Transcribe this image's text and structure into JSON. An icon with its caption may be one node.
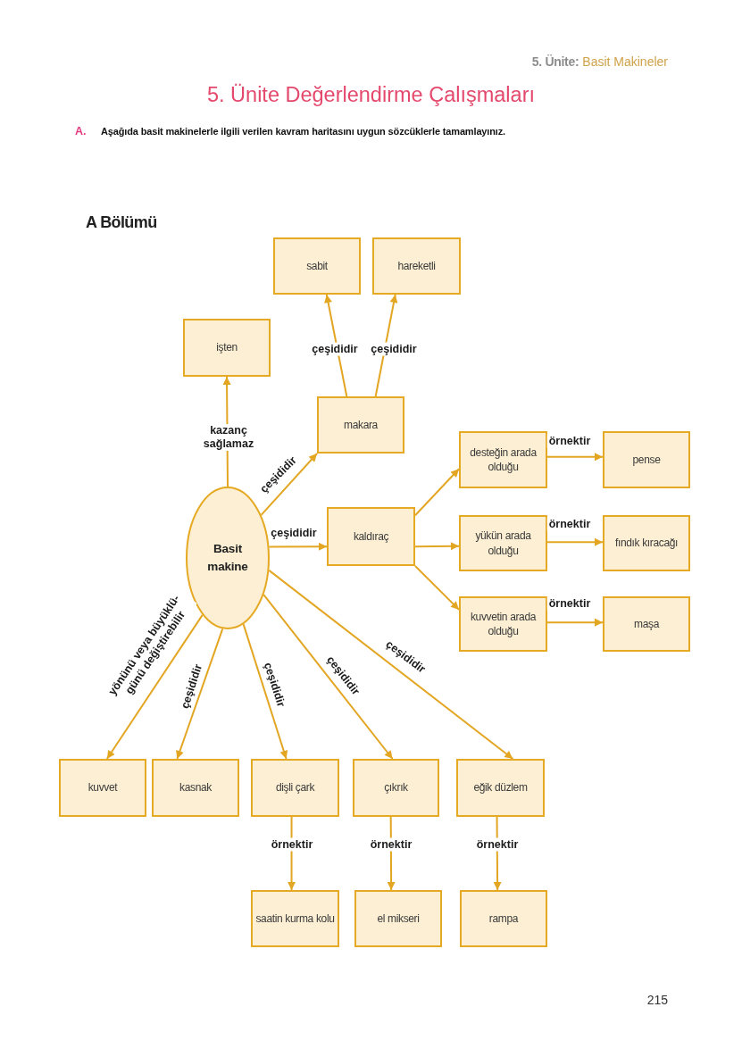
{
  "diagram": {
    "title": "5. Ünite Değerlendirme Çalışmaları",
    "nodes": [
      {
        "text": [
          "sabit"
        ]
      },
      {
        "text": [
          "hareketli"
        ]
      },
      {
        "text": [
          "işten"
        ]
      },
      {
        "text": [
          "makara"
        ]
      },
      {
        "text": [
          "desteğin arada olduğu"
        ]
      },
      {
        "text": [
          "pense"
        ]
      },
      {
        "text": [
          "Basit makine"
        ]
      },
      {
        "text": [
          "kaldıraç"
        ]
      },
      {
        "text": [
          "yükün arada olduğu"
        ]
      },
      {
        "text": [
          "fındık kıracağı"
        ]
      },
      {
        "text": [
          "kuvvetin arada olduğu"
        ]
      },
      {
        "text": [
          "maşa"
        ]
      },
      {
        "text": [
          "kuvvet"
        ]
      },
      {
        "text": [
          "kasnak"
        ]
      },
      {
        "text": [
          "dişli çark"
        ]
      },
      {
        "text": [
          "çıkrık"
        ]
      },
      {
        "text": [
          "eğik düzlem"
        ]
      },
      {
        "text": [
          "saatin kurma kolu"
        ]
      },
      {
        "text": [
          "el mikseri"
        ]
      },
      {
        "text": [
          "rampa"
        ]
      }
    ],
    "edges": [
      {
        "from": 3,
        "to": 0,
        "arrow": "to",
        "label": "çeşididir"
      },
      {
        "from": 3,
        "to": 1,
        "arrow": "to",
        "label": "çeşididir"
      },
      {
        "from": 6,
        "to": 2,
        "arrow": "to",
        "label": "kazanç sağlamaz"
      },
      {
        "from": 6,
        "to": 3,
        "arrow": "to",
        "label": "çeşididir"
      },
      {
        "from": 6,
        "to": 7,
        "arrow": "to",
        "label": "çeşididir"
      },
      {
        "from": 7,
        "to": 4,
        "arrow": "to"
      },
      {
        "from": 7,
        "to": 8,
        "arrow": "to"
      },
      {
        "from": 7,
        "to": 10,
        "arrow": "to"
      },
      {
        "from": 4,
        "to": 5,
        "arrow": "to",
        "label": "örnektir"
      },
      {
        "from": 8,
        "to": 9,
        "arrow": "to",
        "label": "örnektir"
      },
      {
        "from": 10,
        "to": 11,
        "arrow": "to",
        "label": "örnektir"
      },
      {
        "from": 6,
        "to": 12,
        "arrow": "to",
        "label": "yönünü veya büyüklü- günü değiştirebilir"
      },
      {
        "from": 6,
        "to": 13,
        "arrow": "to",
        "label": "çeşididir"
      },
      {
        "from": 6,
        "to": 14,
        "arrow": "to",
        "label": "çeşididir"
      },
      {
        "from": 6,
        "to": 15,
        "arrow": "to",
        "label": "çeşididir"
      },
      {
        "from": 6,
        "to": 16,
        "arrow": "to",
        "label": "çeşididir"
      },
      {
        "from": 14,
        "to": 17,
        "arrow": "to",
        "label": "örnektir"
      },
      {
        "from": 15,
        "to": 18,
        "arrow": "to",
        "label": "örnektir"
      },
      {
        "from": 16,
        "to": 19,
        "arrow": "to",
        "label": "örnektir"
      }
    ],
    "labels": [
      "5. Ünite:",
      "Basit Makineler",
      "A.",
      "Aşağıda basit makinelerle ilgili verilen kavram haritasını uygun sözcüklerle tamamlayınız.",
      "A Bölümü",
      "215"
    ]
  }
}
